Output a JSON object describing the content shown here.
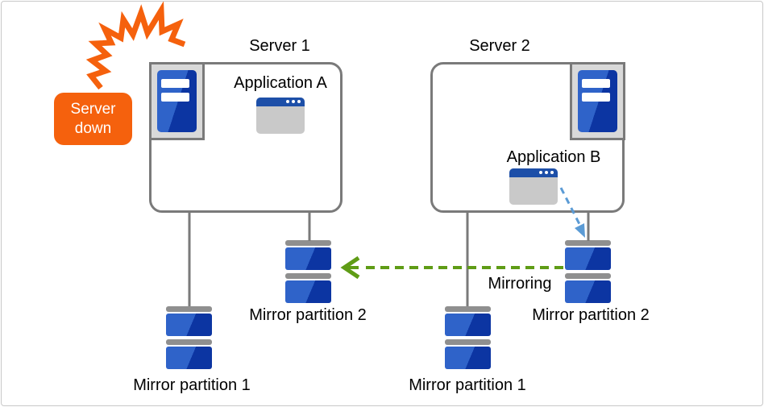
{
  "diagram": {
    "badge": {
      "label": "Server down"
    },
    "servers": [
      {
        "title": "Server 1",
        "app_label": "Application A",
        "partition_labels": {
          "mp1": "Mirror partition 1",
          "mp2": "Mirror partition 2"
        }
      },
      {
        "title": "Server 2",
        "app_label": "Application B",
        "partition_labels": {
          "mp1": "Mirror partition 1",
          "mp2": "Mirror partition 2"
        }
      }
    ],
    "mirroring_label": "Mirroring",
    "colors": {
      "accent_orange": "#f5610d",
      "disk_blue_light": "#2f63c9",
      "disk_blue_dark": "#0c35a2",
      "window_titlebar_blue": "#1d4fa8",
      "mirroring_arrow_green": "#5f9c16",
      "write_arrow_blue": "#5b9bd5",
      "connector_gray": "#7a7a7a"
    },
    "icons": [
      "crash-burst-icon",
      "server-tower-icon",
      "app-window-icon",
      "disk-stack-icon"
    ]
  }
}
